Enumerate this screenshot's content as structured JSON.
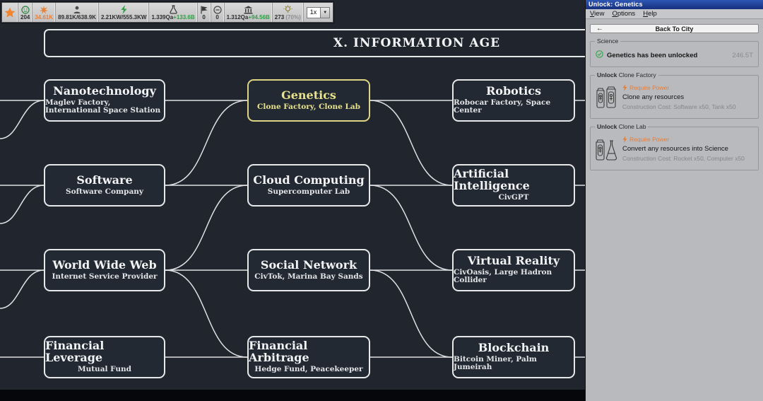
{
  "toolbar": {
    "items": [
      {
        "icon": "star-icon",
        "value": ""
      },
      {
        "icon": "smiley-icon",
        "value": "204"
      },
      {
        "icon": "burst-icon",
        "value": "34.61K"
      },
      {
        "icon": "population-icon",
        "value": "89.81K/638.9K"
      },
      {
        "icon": "power-icon",
        "value": "2.21KW/555.3KW"
      },
      {
        "icon": "science-flask-icon",
        "value": "1.339Qa",
        "delta": "+133.6B"
      },
      {
        "icon": "flag-icon",
        "value": "0"
      },
      {
        "icon": "minus-circle-icon",
        "value": "0"
      },
      {
        "icon": "bank-icon",
        "value": "1.312Qa",
        "delta": "+94.56B"
      },
      {
        "icon": "bulb-icon",
        "value": "273",
        "suffix": "(70%)"
      }
    ],
    "speed_value": "1x",
    "dropdown_arrow": "▼"
  },
  "tech_tree": {
    "era_title": "X.  INFORMATION AGE",
    "nodes": [
      {
        "title": "Nanotechnology",
        "subtitle": "Maglev Factory, International Space Station"
      },
      {
        "title": "Genetics",
        "subtitle": "Clone Factory, Clone Lab"
      },
      {
        "title": "Robotics",
        "subtitle": "Robocar Factory, Space Center"
      },
      {
        "title": "Software",
        "subtitle": "Software Company"
      },
      {
        "title": "Cloud Computing",
        "subtitle": "Supercomputer Lab"
      },
      {
        "title": "Artificial Intelligence",
        "subtitle": "CivGPT"
      },
      {
        "title": "World Wide Web",
        "subtitle": "Internet Service Provider"
      },
      {
        "title": "Social Network",
        "subtitle": "CivTok, Marina Bay Sands"
      },
      {
        "title": "Virtual Reality",
        "subtitle": "CivOasis, Large Hadron Collider"
      },
      {
        "title": "Financial Leverage",
        "subtitle": "Mutual Fund"
      },
      {
        "title": "Financial Arbitrage",
        "subtitle": "Hedge Fund, Peacekeeper"
      },
      {
        "title": "Blockchain",
        "subtitle": "Bitcoin Miner, Palm Jumeirah"
      }
    ]
  },
  "panel": {
    "window_title": "Unlock: Genetics",
    "menu": {
      "view": "View",
      "options": "Options",
      "help": "Help"
    },
    "back_arrow": "←",
    "back_button": "Back To City",
    "science_group": {
      "label": "Science",
      "message": "Genetics has been unlocked",
      "value": "246.5T"
    },
    "unlock_groups": [
      {
        "label_bold": "Unlock",
        "label_rest": " Clone Factory",
        "require": "Require Power",
        "description": "Clone any resources",
        "cost": "Construction Cost: Software x50, Tank x50"
      },
      {
        "label_bold": "Unlock",
        "label_rest": " Clone Lab",
        "require": "Require Power",
        "description": "Convert any resources into Science",
        "cost": "Construction Cost: Rocket x50, Computer x50"
      }
    ]
  },
  "colors": {
    "accent_yellow": "#e9e28d",
    "orange": "#e8813a",
    "green": "#2f9e44",
    "title_bar_blue": "#1d3c96",
    "map_bg": "#21262e"
  }
}
